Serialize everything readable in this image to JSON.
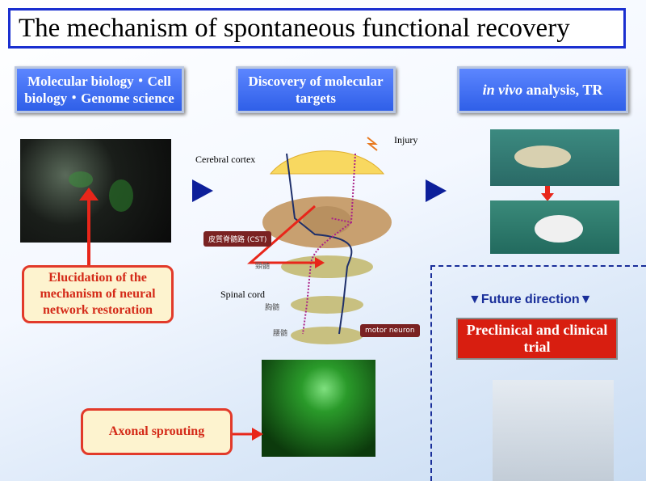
{
  "title": "The mechanism of spontaneous functional recovery",
  "headers": [
    "Molecular biology・Cell biology・Genome science",
    "Discovery of molecular targets",
    "in vivo analysis, TR"
  ],
  "header3_italic": "in vivo",
  "header3_rest": " analysis, TR",
  "boxes": {
    "elucidation": "Elucidation of the mechanism of neural network restoration",
    "sprouting": "Axonal sprouting",
    "preclinical": "Preclinical and clinical trial"
  },
  "future": "▼Future direction▼",
  "diagram": {
    "cortex": "Cerebral cortex",
    "injury": "Injury",
    "cst": "皮質脊髄路 (CST)",
    "cervical": "頸髄",
    "spinal_cord": "Spinal cord",
    "thoracic": "胸髄",
    "lumbar": "腰髄",
    "motor_neuron": "motor neuron"
  }
}
